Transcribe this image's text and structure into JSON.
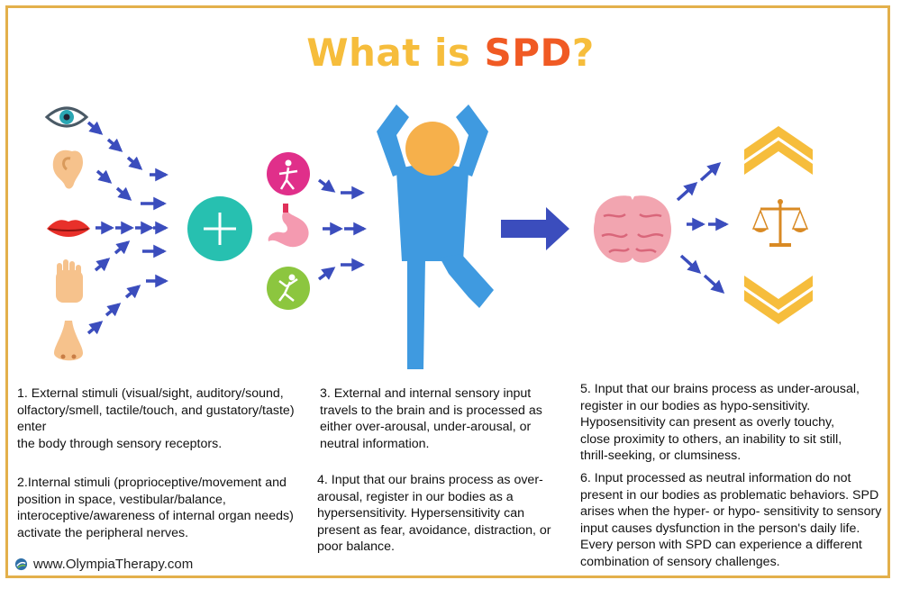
{
  "title": {
    "part1": "What is ",
    "part2": "SPD",
    "part3": "?"
  },
  "icons": {
    "senses": [
      "eye-icon",
      "ear-icon",
      "lips-icon",
      "hand-icon",
      "nose-icon"
    ],
    "internal": [
      "balance-person-icon",
      "stomach-icon",
      "climbing-person-icon"
    ],
    "outcomes": [
      "chevrons-up-icon",
      "scales-icon",
      "chevrons-down-icon"
    ]
  },
  "colors": {
    "arrow": "#3b4dbd",
    "person": "#3f9ae0",
    "head": "#f6b04b",
    "brain": "#f2a5b0",
    "plus_circle": "#27c0b0",
    "chevron": "#f6bd3c",
    "border": "#e3b04b"
  },
  "texts": {
    "t1": "1. External stimuli (visual/sight, auditory/sound, olfactory/smell, tactile/touch, and gustatory/taste) enter\nthe body through sensory receptors.",
    "t2": "2.Internal stimuli (proprioceptive/movement and position in space, vestibular/balance, interoceptive/awareness of internal organ needs) activate the peripheral nerves.",
    "t3": "3. External and internal sensory input travels to the brain and is processed as either over-arousal, under-arousal, or neutral information.",
    "t4": "4. Input that our brains process as over-arousal, register in our bodies as a hypersensitivity. Hypersensitivity can present as fear, avoidance, distraction, or poor balance.",
    "t5": "5. Input that our brains process as under-arousal, register in our bodies as hypo-sensitivity. Hyposensitivity can present as overly touchy, close proximity to others, an inability to sit still, thrill-seeking, or clumsiness.",
    "t6": "6.  Input processed as neutral information do not present in our bodies as problematic behaviors. SPD arises when the hyper- or hypo- sensitivity to sensory input causes dysfunction in the person's daily life. Every person with SPD can experience a different combination of sensory challenges."
  },
  "footer": {
    "website": "www.OlympiaTherapy.com"
  }
}
